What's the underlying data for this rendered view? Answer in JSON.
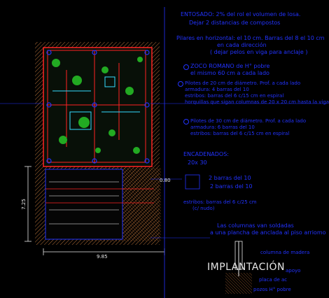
{
  "drawing": {
    "title": "IMPLANTACIÓN",
    "dimensions": {
      "width_bottom": "9.85",
      "height_left": "7.25",
      "right_small": "0.80"
    },
    "notes": {
      "entosado": "ENTOSADO: 2% del rol el volumen de losa.",
      "entosado_2": "Dejar 2 distancias de compostos",
      "pilares": "Pilares en horizontal: el 10 cm. Barras del 8 el 10 cm",
      "pilares_2": "en cada dirección",
      "pilares_3": "( dejar pelos en viga para anclaje )",
      "zoco": "ZOCO ROMANO de H° pobre",
      "zoco_2": "el mismo 60 cm a cada lado",
      "pilotes20_1": "Pilotes de 20 cm de diámetro. Prof. a cada lado",
      "pilotes20_2": "armadura: 4 barras del 10",
      "pilotes20_3": "estribos: barras del 6 c/15 cm en espiral",
      "pilotes20_4": "horquillas que sigan columnas de 20 x 20 cm hasta la viga",
      "pilotes30_1": "Pilotes de 30 cm de diámetro. Prof. a cada lado",
      "pilotes30_2": "armadura: 6 barras del 10",
      "pilotes30_3": "estribos: barras del 6 c/15 cm en espiral",
      "encadenados": "ENCADENADOS:",
      "encadenados_2": "20x 30",
      "barras_1": "2 barras del 10",
      "barras_2": "2 barras del 10",
      "estribos": "estribos: barras del 6 c/25 cm",
      "estribos_2": "(c/ nudo)",
      "columnas_1": "Las columnas van soldadas",
      "columnas_2": "a una plancha de anclada al piso arriomo",
      "columna_madera": "columna de madera",
      "placa": "placa de ac",
      "pozos": "pozos H° pobre",
      "apoyo": "apoyo"
    }
  },
  "colors": {
    "background": "#000000",
    "note_blue": "#2233ff",
    "wall_red": "#ff2222",
    "hatch_brown": "#b8733a",
    "green": "#22aa22",
    "cyan": "#33ddff",
    "white": "#e8e8e8"
  }
}
